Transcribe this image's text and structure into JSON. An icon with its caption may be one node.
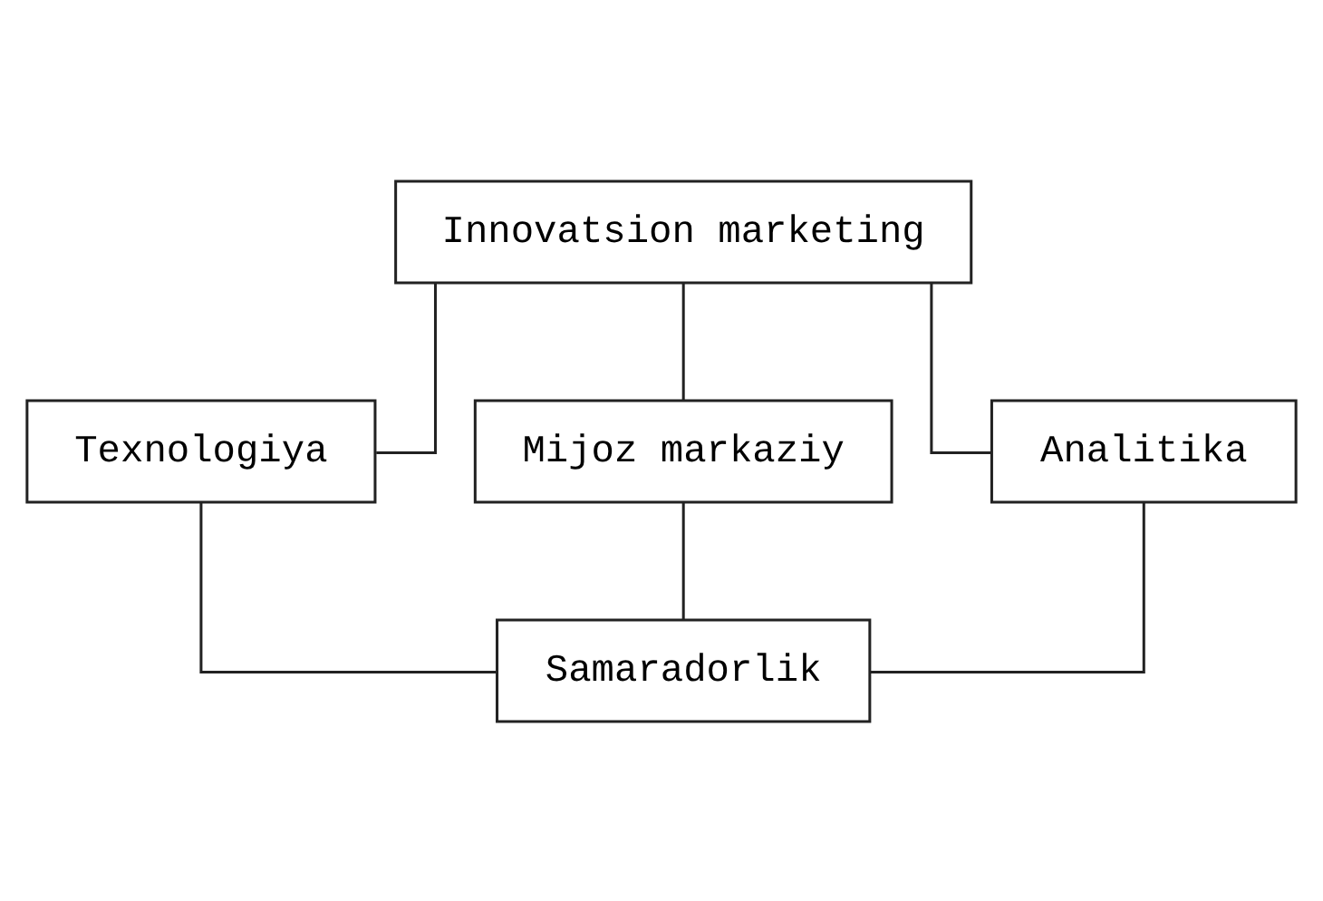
{
  "diagram": {
    "nodes": [
      {
        "text": [
          "Innovatsion marketing"
        ]
      },
      {
        "text": [
          "Texnologiya"
        ]
      },
      {
        "text": [
          "Mijoz markaziy"
        ]
      },
      {
        "text": [
          "Analitika"
        ]
      },
      {
        "text": [
          "Samaradorlik"
        ]
      }
    ],
    "edges": [
      {
        "from": 0,
        "to": 1,
        "arrow": "none"
      },
      {
        "from": 0,
        "to": 2,
        "arrow": "none"
      },
      {
        "from": 0,
        "to": 3,
        "arrow": "none"
      },
      {
        "from": 1,
        "to": 4,
        "arrow": "none"
      },
      {
        "from": 2,
        "to": 4,
        "arrow": "none"
      },
      {
        "from": 3,
        "to": 4,
        "arrow": "none"
      }
    ]
  }
}
